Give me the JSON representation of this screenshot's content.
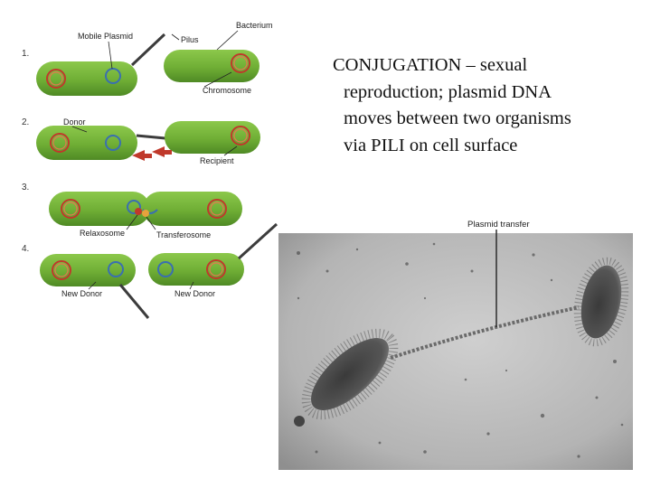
{
  "diagram": {
    "steps": [
      "1.",
      "2.",
      "3.",
      "4."
    ],
    "labels": {
      "bacterium": "Bacterium",
      "mobile_plasmid": "Mobile Plasmid",
      "pilus": "Pilus",
      "chromosome": "Chromosome",
      "donor": "Donor",
      "recipient": "Recipient",
      "relaxosome": "Relaxosome",
      "transferosome": "Transferosome",
      "new_donor_left": "New Donor",
      "new_donor_right": "New Donor"
    },
    "colors": {
      "cell_green": "#79b83b",
      "cell_dark": "#4f8a25",
      "chromosome_ring": "#c0392b",
      "plasmid_ring": "#3a6fb0",
      "arrow": "#c0392b",
      "pilus": "#3c3c3c"
    }
  },
  "caption": {
    "line1": "CONJUGATION – sexual",
    "line2": "reproduction; plasmid DNA",
    "line3": "moves between two organisms",
    "line4": "via PILI on cell surface"
  },
  "micrograph": {
    "label": "Plasmid transfer"
  }
}
